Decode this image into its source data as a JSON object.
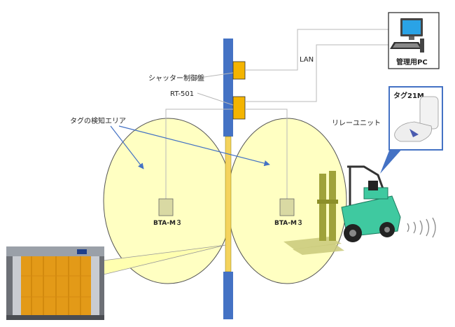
{
  "labels": {
    "shutter_controller": "シャッター制御盤",
    "rt501": "RT-501",
    "tag_area": "タグの検知エリア",
    "lan": "LAN",
    "admin_pc": "管理用PC",
    "relay_unit": "リレーユニット",
    "tag21m": "タグ21M",
    "bta_left": "BTA-M３",
    "bta_right": "BTA-M３"
  },
  "colors": {
    "door_blue": "#4472c4",
    "box_orange": "#f4b400",
    "zone_fill": "#ffffc2",
    "zone_stroke": "#555555",
    "reader_fill": "#d9d9a3",
    "line_gray": "#b8b8b8",
    "arrow_blue": "#4472c4",
    "forklift_green": "#3fc9a0"
  }
}
